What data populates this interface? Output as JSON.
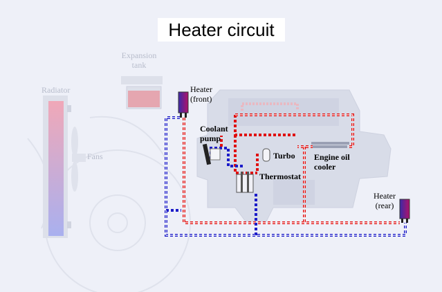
{
  "title": "Heater circuit",
  "labels": {
    "radiator": "Radiator",
    "expansion_tank": [
      "Expansion",
      "tank"
    ],
    "fans": "Fans",
    "heater_front": [
      "Heater",
      "(front)"
    ],
    "coolant_pump": [
      "Coolant",
      "pump"
    ],
    "turbo": "Turbo",
    "thermostat": "Thermostat",
    "engine_oil_cooler": [
      "Engine oil",
      "cooler"
    ],
    "heater_rear": [
      "Heater",
      "(rear)"
    ]
  },
  "colors": {
    "background": "#eef0f8",
    "hot_pipe": "#e01010",
    "cold_pipe": "#1c1cc8",
    "heater_core": "#6a1a8c",
    "faded_component": "#d8dce8"
  }
}
